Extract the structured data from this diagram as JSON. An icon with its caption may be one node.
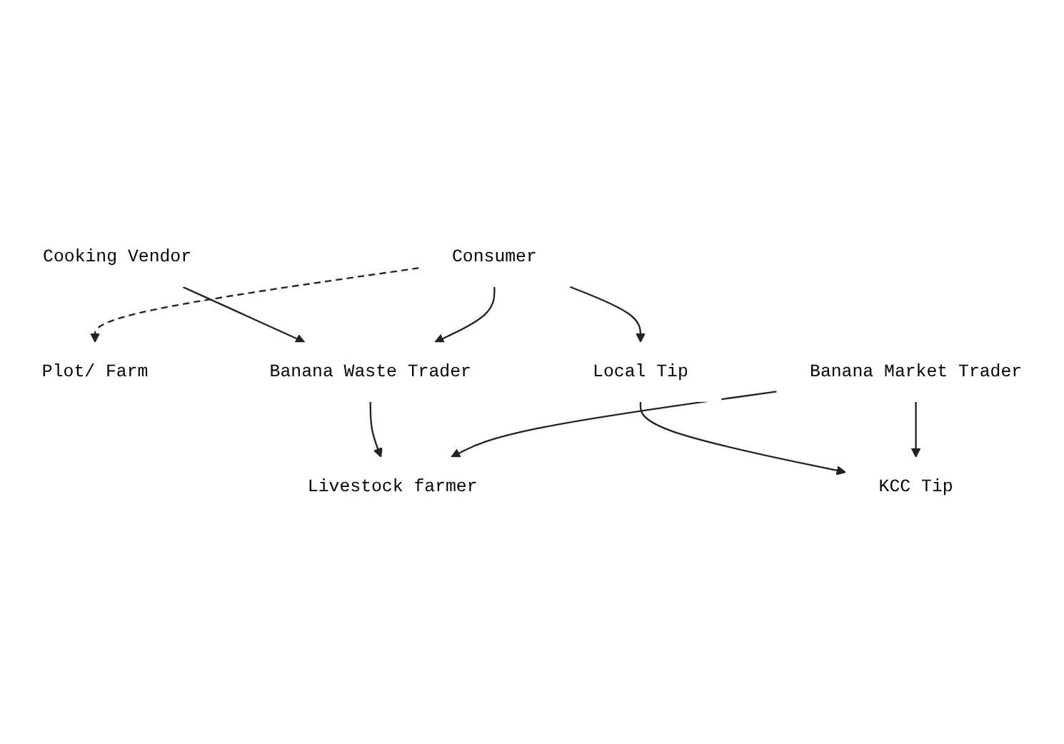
{
  "diagram": {
    "nodes": [
      {
        "text": [
          "Cooking Vendor"
        ]
      },
      {
        "text": [
          "Consumer"
        ]
      },
      {
        "text": [
          "Plot/ Farm"
        ]
      },
      {
        "text": [
          "Banana Waste Trader"
        ]
      },
      {
        "text": [
          "Local Tip"
        ]
      },
      {
        "text": [
          "Livestock farmer"
        ]
      },
      {
        "text": [
          "KCC Tip"
        ]
      },
      {
        "text": [
          "Banana Market Trader"
        ]
      }
    ],
    "edges": [
      {
        "from": 0,
        "to": 3,
        "arrow": "to"
      },
      {
        "from": 1,
        "to": 2,
        "arrow": "to",
        "style": "dashed"
      },
      {
        "from": 1,
        "to": 3,
        "arrow": "to"
      },
      {
        "from": 1,
        "to": 4,
        "arrow": "to"
      },
      {
        "from": 3,
        "to": 5,
        "arrow": "to"
      },
      {
        "from": 4,
        "to": 6,
        "arrow": "to"
      },
      {
        "from": 7,
        "to": 5,
        "arrow": "to"
      },
      {
        "from": 7,
        "to": 6,
        "arrow": "to"
      }
    ]
  }
}
